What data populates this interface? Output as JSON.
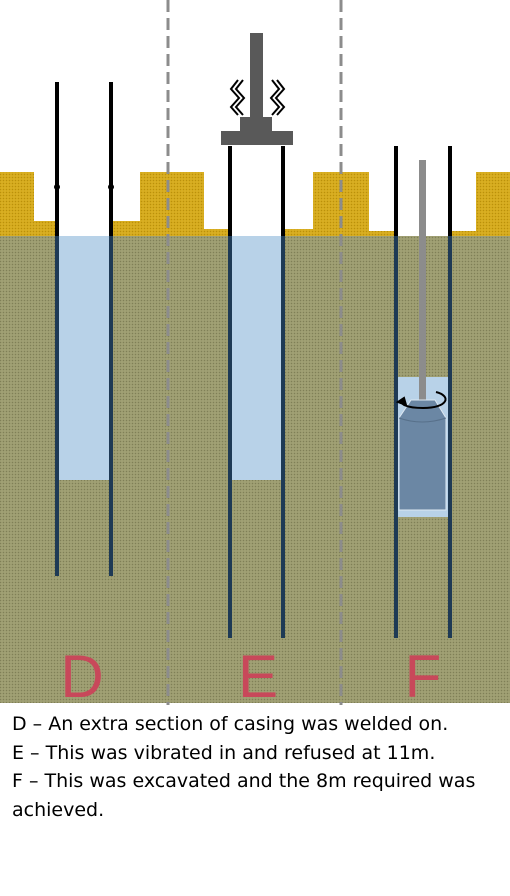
{
  "panels": [
    {
      "letter": "D",
      "description": "D – An extra section of casing was welded on."
    },
    {
      "letter": "E",
      "description": "E – This was vibrated in and refused at 11m."
    },
    {
      "letter": "F",
      "description": "F – This was excavated and the 8m required was achieved."
    }
  ],
  "colors": {
    "ground": "#9a9a6e",
    "platform": "#d4a91a",
    "water": "#b8d2e8",
    "casing": "#1e3a55",
    "casing_top": "#000000",
    "equipment": "#595959",
    "kelly_bar": "#8c8c8c",
    "bucket": "#6b87a4",
    "divider": "#8c8c8c",
    "letters": "#c8485a"
  },
  "icons": {
    "vibro_hammer": "vibro-hammer-icon",
    "vibration": "vibration-lines-icon",
    "rotation": "rotation-arrow-icon",
    "drilling_bucket": "drilling-bucket-icon"
  }
}
